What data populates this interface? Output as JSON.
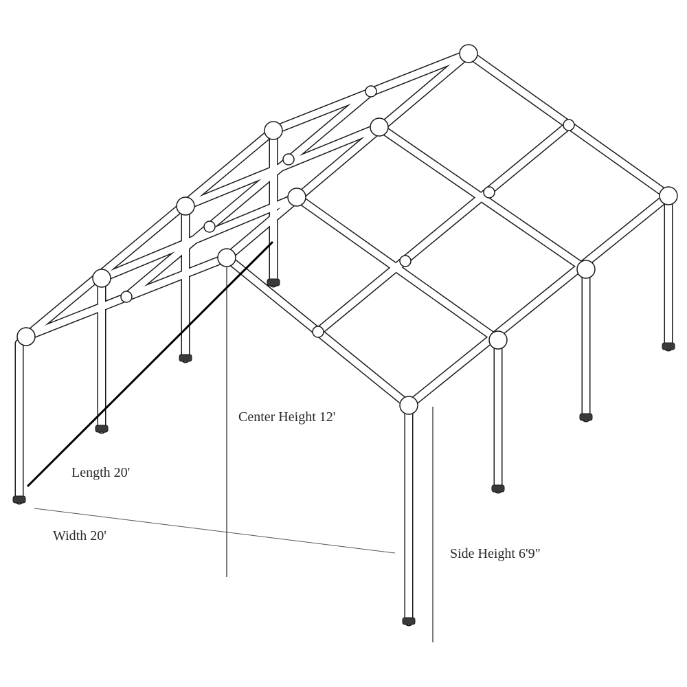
{
  "dimensions": {
    "length": "Length 20'",
    "width": "Width 20'",
    "center_height": "Center Height 12'",
    "side_height": "Side Height 6'9\""
  },
  "colors": {
    "pipe": "#ffffff",
    "outline": "#1a1a1a",
    "background": "#ffffff"
  }
}
